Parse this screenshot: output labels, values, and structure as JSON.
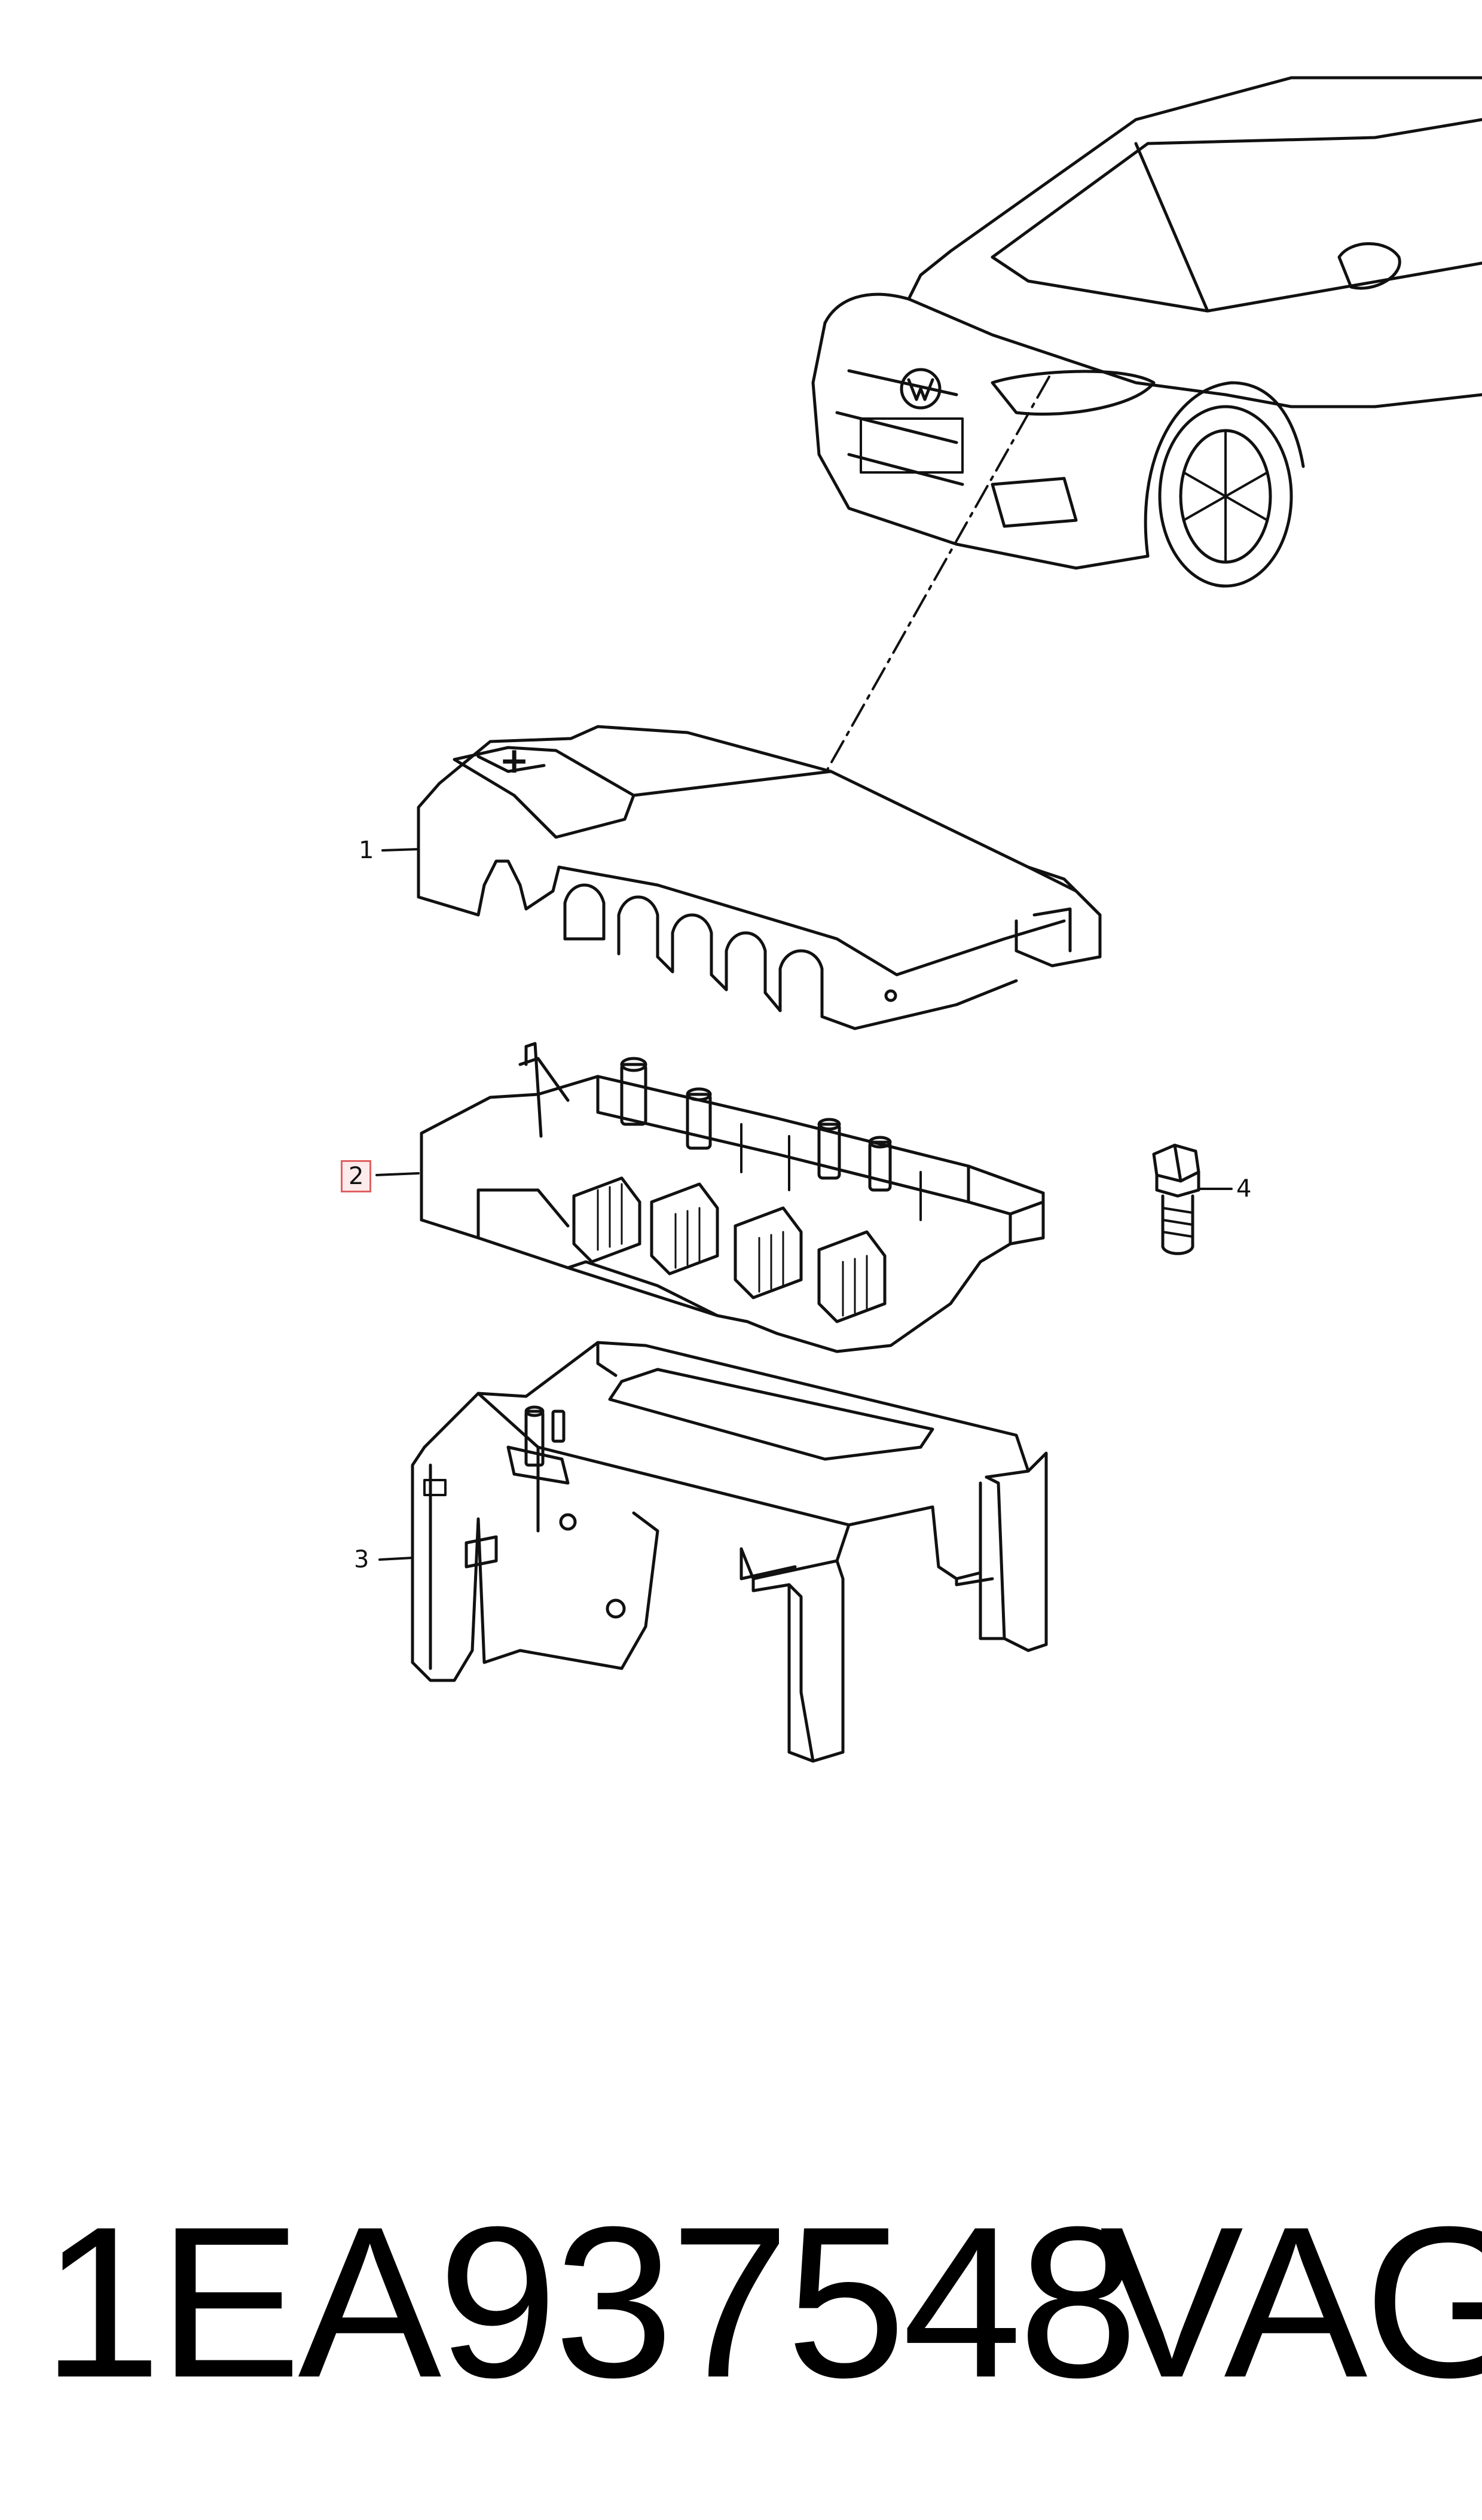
{
  "callouts": {
    "c1": "1",
    "c2": "2",
    "c3": "3",
    "c4": "4"
  },
  "footer": {
    "part_number": "1EA937548",
    "brand": "VAG"
  },
  "colors": {
    "line": "#111111",
    "highlight_border": "#e06060",
    "highlight_fill": "#fdeaea"
  }
}
